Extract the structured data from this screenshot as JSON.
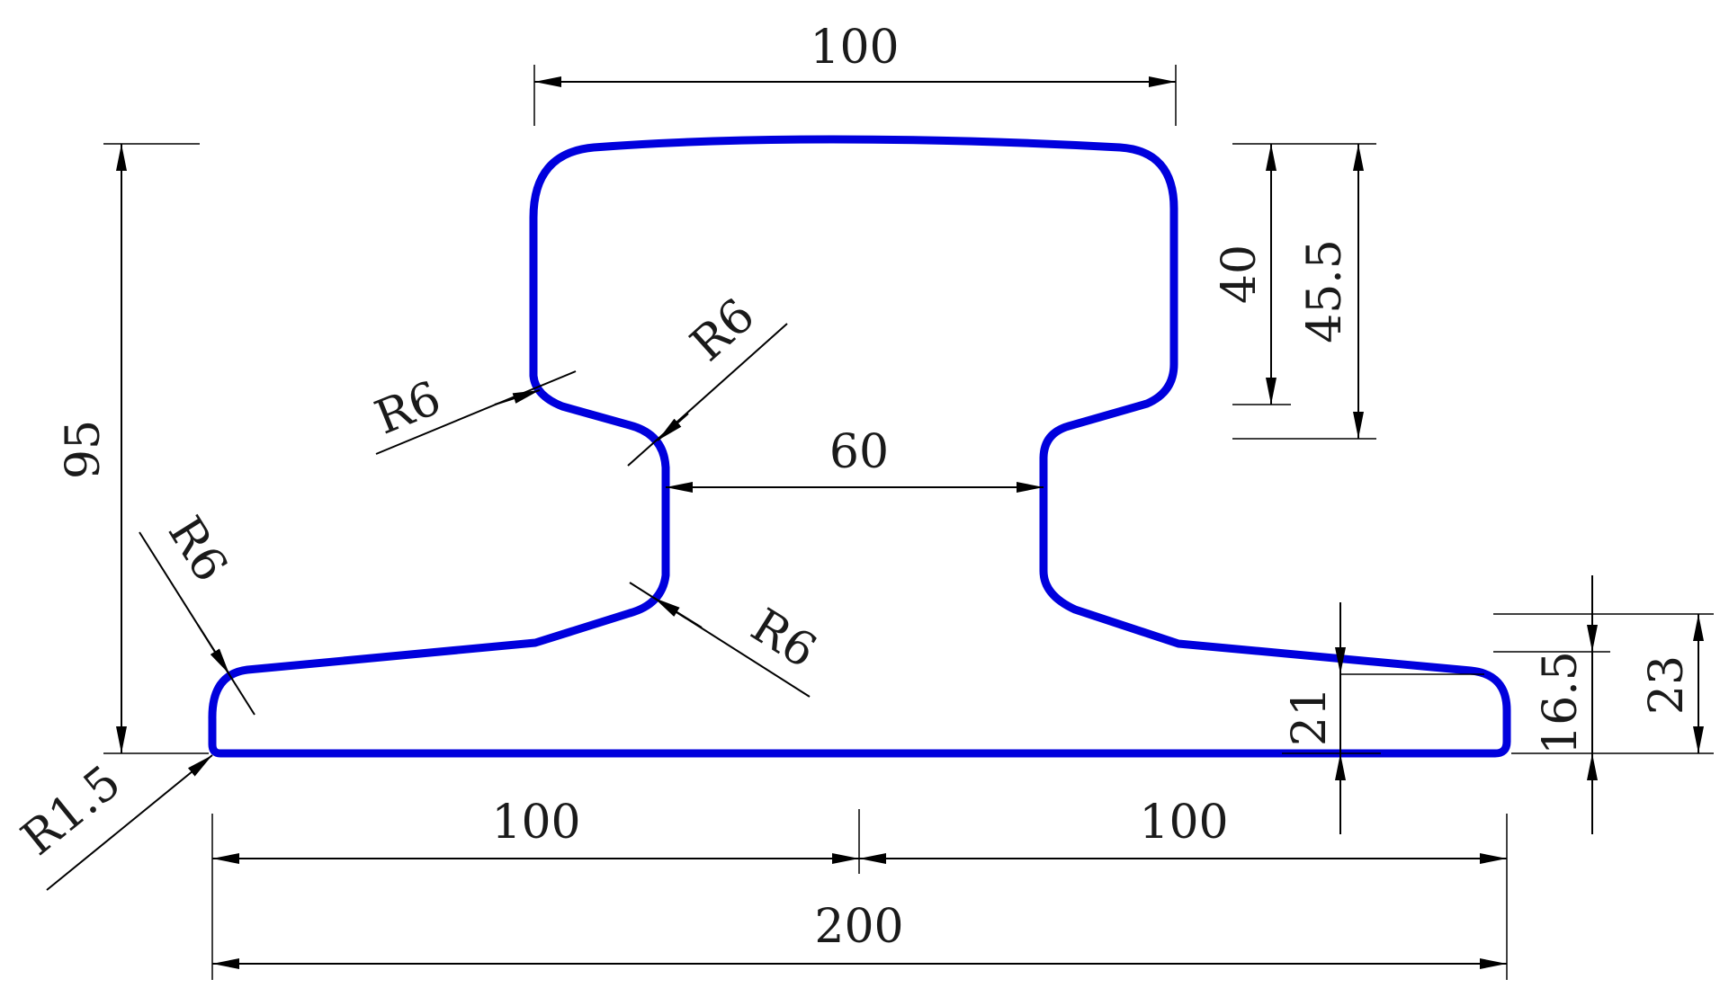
{
  "drawing": {
    "colors": {
      "profile": "#0000dd",
      "dimension": "#000000",
      "text": "#1a1a1a"
    },
    "dimensions": {
      "head_width": "100",
      "web_width": "60",
      "total_height": "95",
      "head_height": "40",
      "head_to_web": "45.5",
      "foot_edge": "21",
      "foot_thickness": "16.5",
      "foot_height": "23",
      "left_half": "100",
      "right_half": "100",
      "total_width": "200"
    },
    "radii": {
      "head_left_lower": "R6",
      "web_top_left": "R6",
      "foot_left_corner": "R6",
      "web_bottom_left": "R6",
      "base_corner": "R1.5"
    }
  }
}
